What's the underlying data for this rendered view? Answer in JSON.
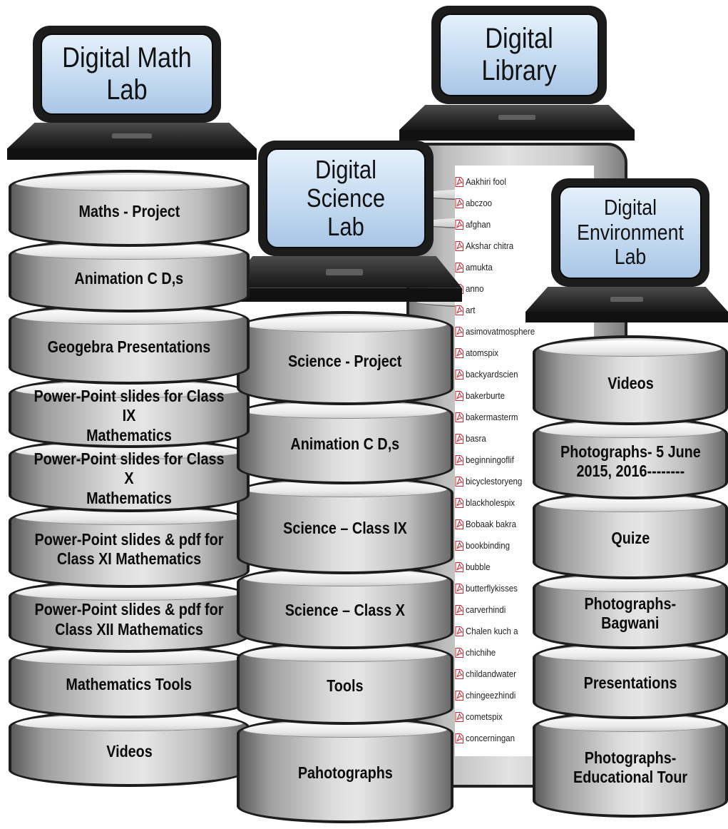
{
  "math_lab": {
    "title": "Digital Math Lab",
    "items": [
      "Maths - Project",
      "Animation C D,s",
      "Geogebra Presentations",
      "Power-Point slides for Class IX\nMathematics",
      "Power-Point slides for Class X\nMathematics",
      "Power-Point slides & pdf for\nClass XI Mathematics",
      "Power-Point slides & pdf for\nClass XII Mathematics",
      "Mathematics Tools",
      "Videos"
    ]
  },
  "science_lab": {
    "title": "Digital Science\nLab",
    "items": [
      "Science - Project",
      "Animation C D,s",
      "Science – Class IX",
      "Science – Class X",
      "Tools",
      "Pahotographs"
    ]
  },
  "library": {
    "title": "Digital Library",
    "files": [
      "Aakhiri fool",
      "abczoo",
      "afghan",
      "Akshar chitra",
      "amukta",
      "anno",
      "art",
      "asimovatmosphere",
      "atomspix",
      "backyardscien",
      "bakerburte",
      "bakermasterm",
      "basra",
      "beginningoflif",
      "bicyclestoryeng",
      "blackholespix",
      "Bobaak bakra",
      "bookbinding",
      "bubble",
      "butterflykisses",
      "carverhindi",
      "Chalen kuch a",
      "chichihe",
      "childandwater",
      "chingeezhindi",
      "cometspix",
      "concerningan"
    ]
  },
  "environment_lab": {
    "title": "Digital\nEnvironment\nLab",
    "items": [
      "Videos",
      "Photographs- 5 June\n2015, 2016--------",
      "Quize",
      "Photographs-\nBagwani",
      "Presentations",
      "Photographs-\nEducational Tour"
    ]
  },
  "colors": {
    "screen_fill": "#c4daf0",
    "bezel": "#1c1c1c",
    "cylinder_light": "#e6e6e6",
    "pdf_icon": "#c8282d"
  }
}
